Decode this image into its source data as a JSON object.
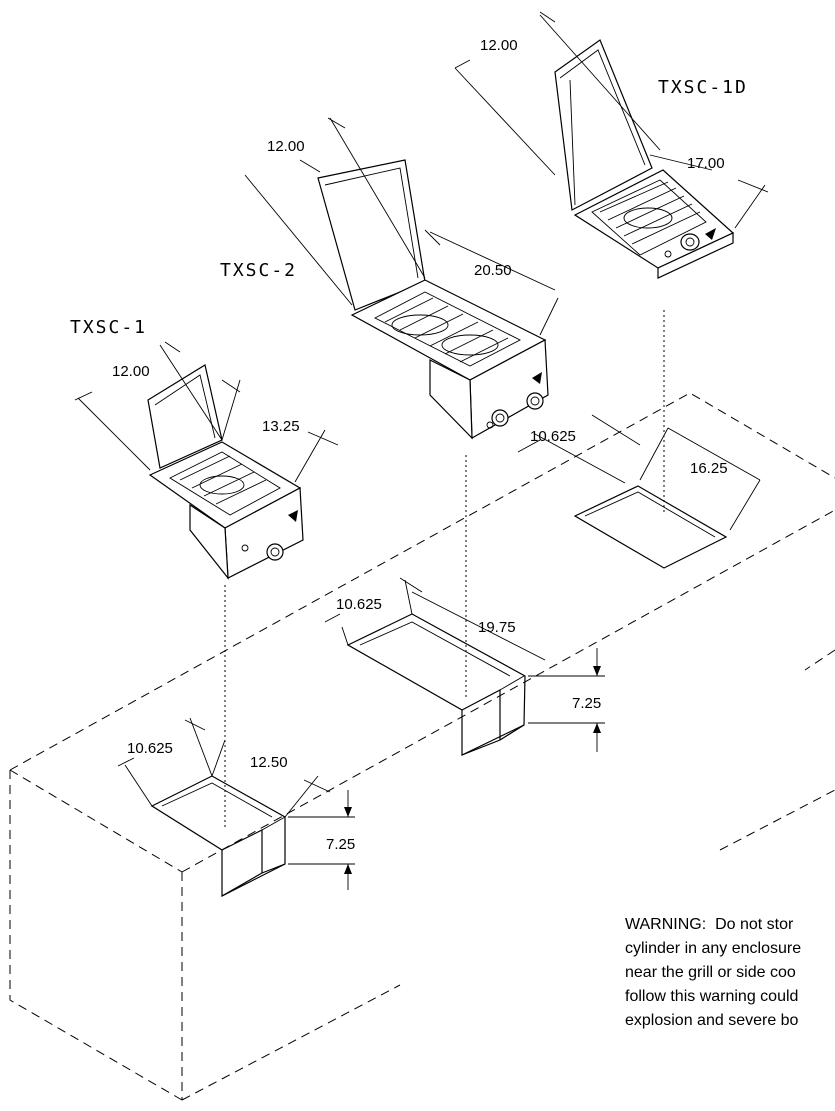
{
  "models": {
    "txsc_1": "TXSC-1",
    "txsc_2": "TXSC-2",
    "txsc_1d": "TXSC-1D"
  },
  "dimensions": {
    "txsc_1d_lid": "12.00",
    "txsc_1d_width": "17.00",
    "txsc_2_lid": "12.00",
    "txsc_2_width": "20.50",
    "txsc_1_lid": "12.00",
    "txsc_1_width": "13.25",
    "cutout_1d_depth": "10.625",
    "cutout_1d_width": "16.25",
    "cutout_2_depth": "10.625",
    "cutout_2_width": "19.75",
    "cutout_2_height": "7.25",
    "cutout_1_depth": "10.625",
    "cutout_1_width": "12.50",
    "cutout_1_height": "7.25"
  },
  "warning": {
    "line1": "WARNING:  Do not stor",
    "line2": "cylinder in any enclosure",
    "line3": "near the grill or side coo",
    "line4": "follow this warning could",
    "line5": "explosion and severe bo"
  },
  "icons": [
    "grate-icon",
    "control-knob-icon",
    "flame-indicator-icon",
    "lid-icon"
  ]
}
